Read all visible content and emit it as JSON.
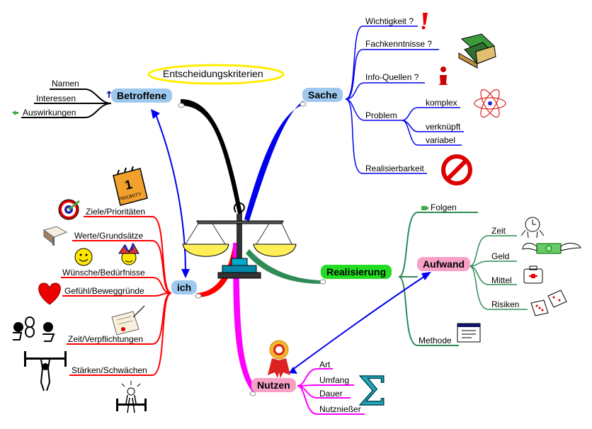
{
  "title": "Entscheidungskriterien",
  "nodes": {
    "betroffene": "Betroffene",
    "sache": "Sache",
    "ich": "ich",
    "realisierung": "Realisierung",
    "aufwand": "Aufwand",
    "nutzen": "Nutzen"
  },
  "betroffene_items": [
    "Namen",
    "Interessen",
    "Auswirkungen"
  ],
  "sache_items": [
    "Wichtigkeit ?",
    "Fachkenntnisse ?",
    "Info-Quellen ?",
    "Problem",
    "Realisierbarkeit"
  ],
  "problem_items": [
    "komplex",
    "verknüpft",
    "variabel"
  ],
  "ich_items": [
    "Ziele/Prioritäten",
    "Werte/Grundsätze",
    "Wünsche/Bedürfnisse",
    "Gefühl/Beweggründe",
    "Zeit/Verpflichtungen",
    "Stärken/Schwächen"
  ],
  "realisierung_items": [
    "Folgen",
    "Methode"
  ],
  "aufwand_items": [
    "Zeit",
    "Geld",
    "Mittel",
    "Risiken"
  ],
  "nutzen_items": [
    "Art",
    "Umfang",
    "Dauer",
    "Nutznießer"
  ],
  "icon_text": {
    "priority_number": "1",
    "priority_word": "PRIORITY",
    "sigma": "Σ"
  },
  "colors": {
    "betroffene": "#000000",
    "sache": "#0000ee",
    "ich": "#ff0000",
    "realisierung": "#2e8b57",
    "nutzen": "#ff00ff",
    "betroffene_fill": "#9ec9ee",
    "sache_fill": "#9ec9ee",
    "ich_fill": "#9ec9ee",
    "realisierung_fill": "#22dd22",
    "aufwand_fill": "#f7a1c7",
    "nutzen_fill": "#f7a1c7"
  }
}
